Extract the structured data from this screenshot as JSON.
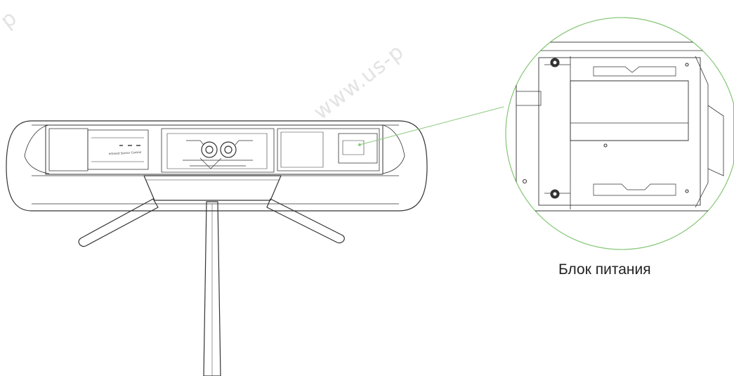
{
  "watermarks": [
    "www.us-p",
    "p",
    "www"
  ],
  "device_panel_text": "Infrared Sensor Control",
  "callout": {
    "label": "Блок питания",
    "color": "#8cc97e"
  },
  "colors": {
    "line": "#333333",
    "light_line": "#777777",
    "accent": "#8cc97e"
  }
}
